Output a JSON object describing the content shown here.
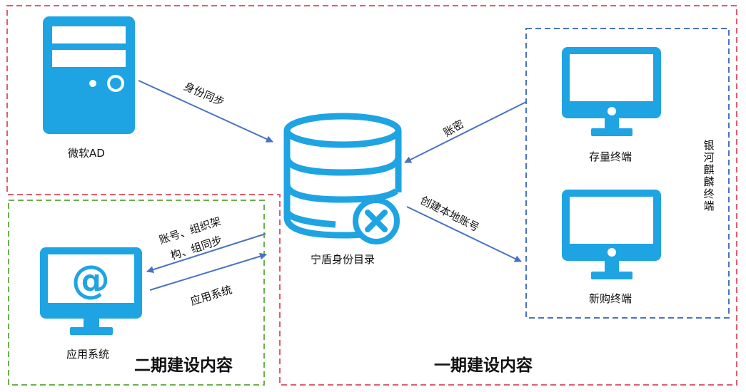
{
  "nodes": {
    "ad_label": "微软AD",
    "directory_label": "宁盾身份目录",
    "existing_terminal_label": "存量终端",
    "new_terminal_label": "新购终端",
    "terminal_group_label": "银河麒麟终端",
    "app_system_label": "应用系统"
  },
  "edges": {
    "identity_sync": "身份同步",
    "password": "账密",
    "create_local_account": "创建本地账号",
    "account_org_sync_line1": "账号、组织架",
    "account_org_sync_line2": "构、组同步",
    "app_system_edge": "应用系统"
  },
  "regions": {
    "phase2": "二期建设内容",
    "phase1": "一期建设内容"
  },
  "colors": {
    "icon_blue": "#1ea4e3",
    "arrow_blue": "#4a72c4",
    "phase1_border": "#e05d6f",
    "phase2_border": "#6ab04c",
    "terminal_border": "#4a72c4"
  }
}
